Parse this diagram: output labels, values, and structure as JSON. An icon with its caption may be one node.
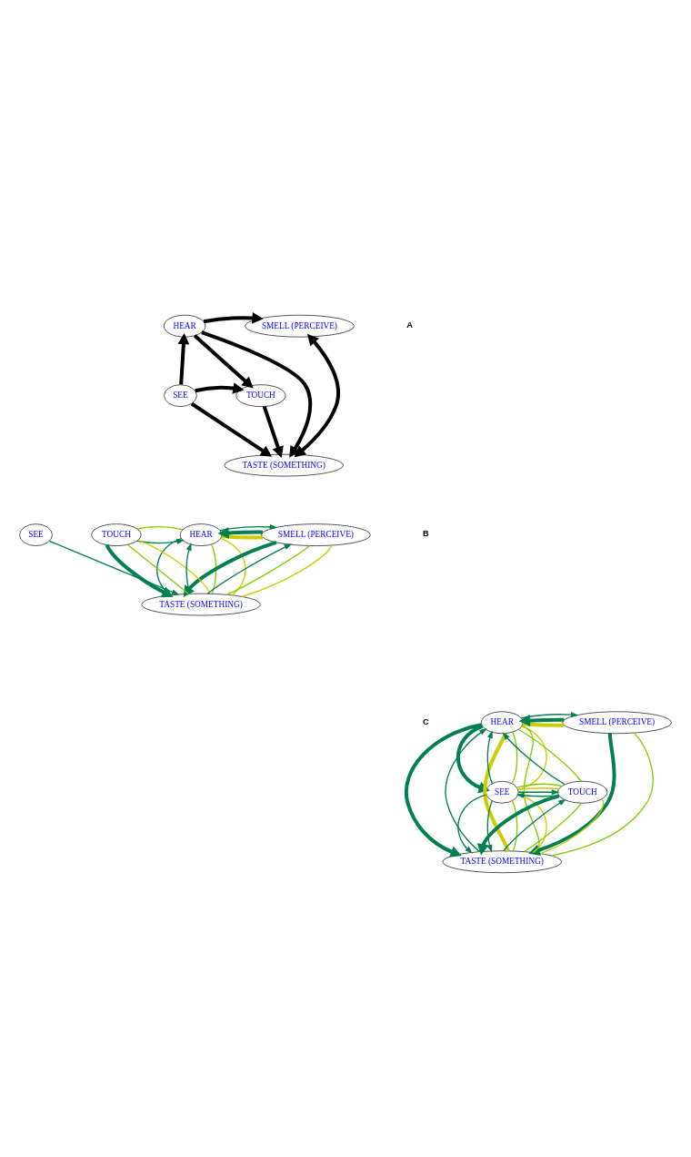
{
  "diagram": {
    "nodes": [
      {
        "text": [
          "HEAR"
        ]
      },
      {
        "text": [
          "SMELL (PERCEIVE)"
        ]
      },
      {
        "text": [
          "SEE"
        ]
      },
      {
        "text": [
          "TOUCH"
        ]
      },
      {
        "text": [
          "TASTE (SOMETHING)"
        ]
      },
      {
        "text": [
          "HEAR"
        ]
      },
      {
        "text": [
          "SMELL (PERCEIVE)"
        ]
      },
      {
        "text": [
          "SEE"
        ]
      },
      {
        "text": [
          "TOUCH"
        ]
      },
      {
        "text": [
          "TASTE (SOMETHING)"
        ]
      },
      {
        "text": [
          "HEAR"
        ]
      },
      {
        "text": [
          "SMELL (PERCEIVE)"
        ]
      },
      {
        "text": [
          "SEE"
        ]
      },
      {
        "text": [
          "TOUCH"
        ]
      },
      {
        "text": [
          "TASTE (SOMETHING)"
        ]
      }
    ],
    "edges": [
      {
        "from": 2,
        "to": 0,
        "arrow": "to",
        "style": "thick",
        "color": "#000000"
      },
      {
        "from": 0,
        "to": 1,
        "arrow": "to",
        "style": "thick",
        "color": "#000000"
      },
      {
        "from": 0,
        "to": 3,
        "arrow": "to",
        "style": "thick",
        "color": "#000000"
      },
      {
        "from": 2,
        "to": 3,
        "arrow": "to",
        "style": "thick",
        "color": "#000000"
      },
      {
        "from": 2,
        "to": 4,
        "arrow": "to",
        "style": "thick",
        "color": "#000000"
      },
      {
        "from": 3,
        "to": 4,
        "arrow": "to",
        "style": "thick",
        "color": "#000000"
      },
      {
        "from": 0,
        "to": 4,
        "arrow": "to",
        "style": "thick",
        "color": "#000000"
      },
      {
        "from": 1,
        "to": 4,
        "arrow": "both",
        "style": "thick",
        "color": "#000000"
      },
      {
        "from": 6,
        "to": 5,
        "arrow": "none",
        "style": "thick",
        "color": "#cccc00"
      },
      {
        "from": 6,
        "to": 5,
        "arrow": "to",
        "style": "thick",
        "color": "#007f4f"
      },
      {
        "from": 5,
        "to": 6,
        "arrow": "to",
        "color": "#007f4f"
      },
      {
        "from": 8,
        "to": 5,
        "arrow": "to",
        "color": "#007f4f"
      },
      {
        "from": 8,
        "to": 5,
        "arrow": "none",
        "color": "#7fcc00"
      },
      {
        "from": 5,
        "to": 9,
        "arrow": "to",
        "color": "#007f4f"
      },
      {
        "from": 9,
        "to": 5,
        "arrow": "to",
        "color": "#007f4f"
      },
      {
        "from": 5,
        "to": 9,
        "arrow": "none",
        "color": "#7fcc00"
      },
      {
        "from": 5,
        "to": 9,
        "arrow": "none",
        "color": "#cccc00"
      },
      {
        "from": 7,
        "to": 9,
        "arrow": "to",
        "color": "#007f4f"
      },
      {
        "from": 8,
        "to": 9,
        "arrow": "to",
        "style": "thick",
        "color": "#007f4f"
      },
      {
        "from": 8,
        "to": 9,
        "arrow": "none",
        "color": "#7fcc00"
      },
      {
        "from": 8,
        "to": 9,
        "arrow": "none",
        "color": "#cccc00"
      },
      {
        "from": 6,
        "to": 9,
        "arrow": "to",
        "style": "thick",
        "color": "#007f4f"
      },
      {
        "from": 9,
        "to": 6,
        "arrow": "to",
        "color": "#007f4f"
      },
      {
        "from": 6,
        "to": 9,
        "arrow": "none",
        "color": "#7fcc00"
      },
      {
        "from": 6,
        "to": 9,
        "arrow": "none",
        "color": "#cccc00"
      },
      {
        "from": 11,
        "to": 10,
        "arrow": "none",
        "style": "thick",
        "color": "#cccc00"
      },
      {
        "from": 11,
        "to": 10,
        "arrow": "to",
        "style": "thick",
        "color": "#007f4f"
      },
      {
        "from": 10,
        "to": 11,
        "arrow": "to",
        "color": "#007f4f"
      },
      {
        "from": 10,
        "to": 12,
        "arrow": "to",
        "style": "thick",
        "color": "#007f4f"
      },
      {
        "from": 12,
        "to": 10,
        "arrow": "to",
        "color": "#007f4f"
      },
      {
        "from": 10,
        "to": 12,
        "arrow": "none",
        "color": "#7fcc00"
      },
      {
        "from": 10,
        "to": 12,
        "arrow": "none",
        "color": "#cccc00"
      },
      {
        "from": 13,
        "to": 10,
        "arrow": "to",
        "color": "#007f4f"
      },
      {
        "from": 13,
        "to": 10,
        "arrow": "none",
        "color": "#7fcc00"
      },
      {
        "from": 10,
        "to": 14,
        "arrow": "to",
        "style": "thick",
        "color": "#007f4f"
      },
      {
        "from": 14,
        "to": 10,
        "arrow": "to",
        "color": "#007f4f"
      },
      {
        "from": 10,
        "to": 14,
        "arrow": "none",
        "style": "thick",
        "color": "#cccc00"
      },
      {
        "from": 10,
        "to": 14,
        "arrow": "none",
        "color": "#7fcc00"
      },
      {
        "from": 11,
        "to": 14,
        "arrow": "to",
        "style": "thick",
        "color": "#007f4f"
      },
      {
        "from": 11,
        "to": 14,
        "arrow": "none",
        "color": "#7fcc00"
      },
      {
        "from": 13,
        "to": 12,
        "arrow": "to",
        "color": "#007f4f"
      },
      {
        "from": 12,
        "to": 13,
        "arrow": "to",
        "color": "#007f4f"
      },
      {
        "from": 12,
        "to": 13,
        "arrow": "none",
        "color": "#cccc00"
      },
      {
        "from": 12,
        "to": 13,
        "arrow": "none",
        "color": "#7fcc00"
      },
      {
        "from": 12,
        "to": 14,
        "arrow": "to",
        "color": "#007f4f"
      },
      {
        "from": 12,
        "to": 14,
        "arrow": "to",
        "color": "#007f4f"
      },
      {
        "from": 12,
        "to": 14,
        "arrow": "none",
        "color": "#7fcc00"
      },
      {
        "from": 12,
        "to": 14,
        "arrow": "none",
        "color": "#cccc00"
      },
      {
        "from": 13,
        "to": 14,
        "arrow": "to",
        "style": "thick",
        "color": "#007f4f"
      },
      {
        "from": 14,
        "to": 13,
        "arrow": "to",
        "color": "#007f4f"
      },
      {
        "from": 13,
        "to": 14,
        "arrow": "none",
        "color": "#7fcc00"
      },
      {
        "from": 13,
        "to": 14,
        "arrow": "none",
        "color": "#cccc00"
      }
    ],
    "labels": [
      "A",
      "B",
      "C"
    ]
  }
}
